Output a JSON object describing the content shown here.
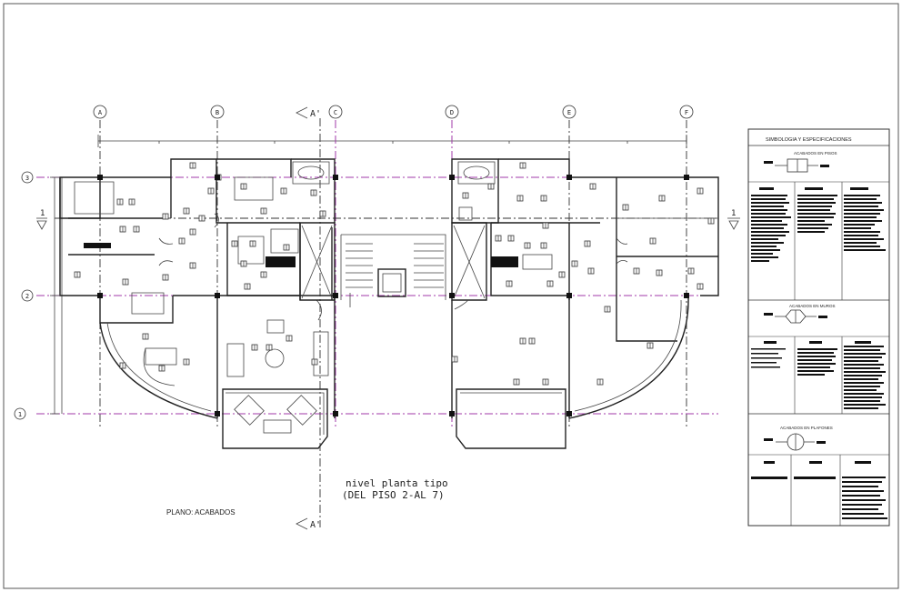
{
  "drawing": {
    "title_line1": "nivel planta tipo",
    "title_line2": "(DEL PISO 2-AL 7)",
    "plan_label": "PLANO: ACABADOS",
    "section_label_top": "A'",
    "section_label_bottom": "A'",
    "side_marker_left": "1",
    "side_marker_right": "1"
  },
  "grid": {
    "columns": [
      "A",
      "B",
      "C",
      "D",
      "E",
      "F"
    ],
    "rows": [
      "3",
      "2",
      "1"
    ]
  },
  "legend": {
    "header": "SIMBOLOGIA Y ESPECIFICACIONES",
    "section_floors": "ACABADOS EN PISOS",
    "section_walls": "ACABADOS EN MUROS",
    "section_ceilings": "ACABADOS EN PLAFONES"
  },
  "colors": {
    "axis": "#a03aa8",
    "line": "#222222"
  }
}
